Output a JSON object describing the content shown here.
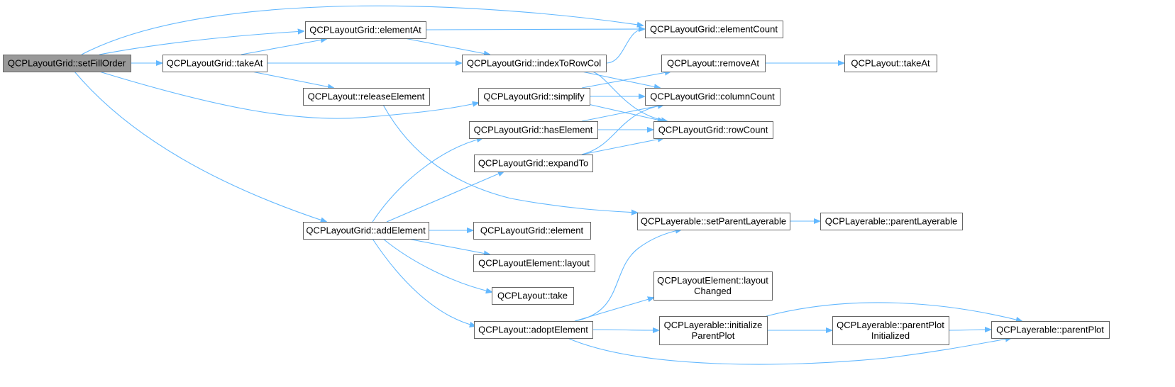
{
  "graph": {
    "nodes": [
      {
        "id": "setFillOrder",
        "lines": [
          "QCPLayoutGrid::setFillOrder"
        ],
        "root": true
      },
      {
        "id": "elementAt",
        "lines": [
          "QCPLayoutGrid::elementAt"
        ]
      },
      {
        "id": "takeAt",
        "lines": [
          "QCPLayoutGrid::takeAt"
        ]
      },
      {
        "id": "releaseElement",
        "lines": [
          "QCPLayout::releaseElement"
        ]
      },
      {
        "id": "addElement",
        "lines": [
          "QCPLayoutGrid::addElement"
        ]
      },
      {
        "id": "elementCount",
        "lines": [
          "QCPLayoutGrid::elementCount"
        ]
      },
      {
        "id": "indexToRowCol",
        "lines": [
          "QCPLayoutGrid::indexToRowCol"
        ]
      },
      {
        "id": "simplify",
        "lines": [
          "QCPLayoutGrid::simplify"
        ]
      },
      {
        "id": "hasElement",
        "lines": [
          "QCPLayoutGrid::hasElement"
        ]
      },
      {
        "id": "expandTo",
        "lines": [
          "QCPLayoutGrid::expandTo"
        ]
      },
      {
        "id": "gridElement",
        "lines": [
          "QCPLayoutGrid::element"
        ]
      },
      {
        "id": "elemLayout",
        "lines": [
          "QCPLayoutElement::layout"
        ]
      },
      {
        "id": "take",
        "lines": [
          "QCPLayout::take"
        ]
      },
      {
        "id": "adoptElement",
        "lines": [
          "QCPLayout::adoptElement"
        ]
      },
      {
        "id": "removeAt",
        "lines": [
          "QCPLayout::removeAt"
        ]
      },
      {
        "id": "columnCount",
        "lines": [
          "QCPLayoutGrid::columnCount"
        ]
      },
      {
        "id": "rowCount",
        "lines": [
          "QCPLayoutGrid::rowCount"
        ]
      },
      {
        "id": "setParentLayerable",
        "lines": [
          "QCPLayerable::setParentLayerable"
        ]
      },
      {
        "id": "layoutChanged",
        "lines": [
          "QCPLayoutElement::layout",
          "Changed"
        ]
      },
      {
        "id": "initializeParentPlot",
        "lines": [
          "QCPLayerable::initialize",
          "ParentPlot"
        ]
      },
      {
        "id": "layoutTakeAt",
        "lines": [
          "QCPLayout::takeAt"
        ]
      },
      {
        "id": "parentLayerable",
        "lines": [
          "QCPLayerable::parentLayerable"
        ]
      },
      {
        "id": "parentPlotInitialized",
        "lines": [
          "QCPLayerable::parentPlot",
          "Initialized"
        ]
      },
      {
        "id": "parentPlot",
        "lines": [
          "QCPLayerable::parentPlot"
        ]
      }
    ],
    "edges": [
      [
        "setFillOrder",
        "elementCount"
      ],
      [
        "setFillOrder",
        "elementAt"
      ],
      [
        "setFillOrder",
        "takeAt"
      ],
      [
        "setFillOrder",
        "simplify"
      ],
      [
        "setFillOrder",
        "addElement"
      ],
      [
        "elementAt",
        "elementCount"
      ],
      [
        "elementAt",
        "indexToRowCol"
      ],
      [
        "takeAt",
        "elementAt"
      ],
      [
        "takeAt",
        "indexToRowCol"
      ],
      [
        "takeAt",
        "releaseElement"
      ],
      [
        "indexToRowCol",
        "elementCount"
      ],
      [
        "indexToRowCol",
        "columnCount"
      ],
      [
        "indexToRowCol",
        "rowCount"
      ],
      [
        "releaseElement",
        "setParentLayerable"
      ],
      [
        "simplify",
        "removeAt"
      ],
      [
        "simplify",
        "columnCount"
      ],
      [
        "simplify",
        "rowCount"
      ],
      [
        "hasElement",
        "columnCount"
      ],
      [
        "hasElement",
        "rowCount"
      ],
      [
        "expandTo",
        "columnCount"
      ],
      [
        "expandTo",
        "rowCount"
      ],
      [
        "removeAt",
        "layoutTakeAt"
      ],
      [
        "addElement",
        "hasElement"
      ],
      [
        "addElement",
        "expandTo"
      ],
      [
        "addElement",
        "gridElement"
      ],
      [
        "addElement",
        "elemLayout"
      ],
      [
        "addElement",
        "take"
      ],
      [
        "addElement",
        "adoptElement"
      ],
      [
        "setParentLayerable",
        "parentLayerable"
      ],
      [
        "adoptElement",
        "setParentLayerable"
      ],
      [
        "adoptElement",
        "layoutChanged"
      ],
      [
        "adoptElement",
        "initializeParentPlot"
      ],
      [
        "adoptElement",
        "parentPlot"
      ],
      [
        "initializeParentPlot",
        "parentPlotInitialized"
      ],
      [
        "initializeParentPlot",
        "parentPlot"
      ],
      [
        "parentPlotInitialized",
        "parentPlot"
      ]
    ]
  }
}
